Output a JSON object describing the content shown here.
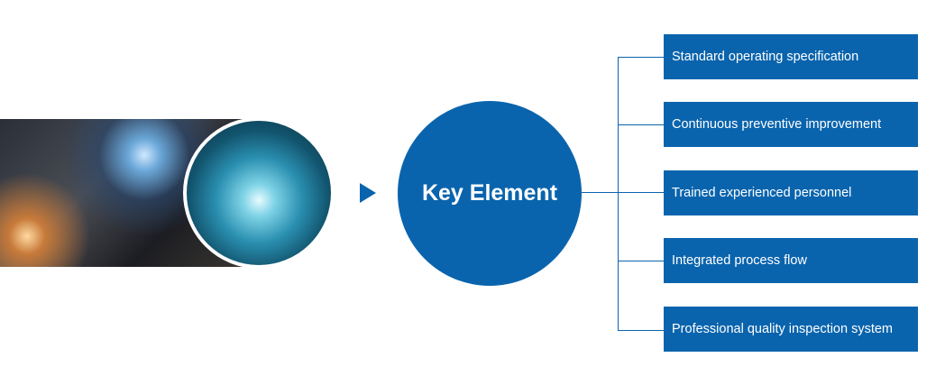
{
  "center": {
    "label": "Key Element"
  },
  "elements": [
    {
      "label": "Standard operating specification"
    },
    {
      "label": "Continuous preventive improvement"
    },
    {
      "label": "Trained experienced personnel"
    },
    {
      "label": "Integrated process flow"
    },
    {
      "label": "Professional quality inspection system"
    }
  ],
  "colors": {
    "primary": "#0a64ad"
  }
}
